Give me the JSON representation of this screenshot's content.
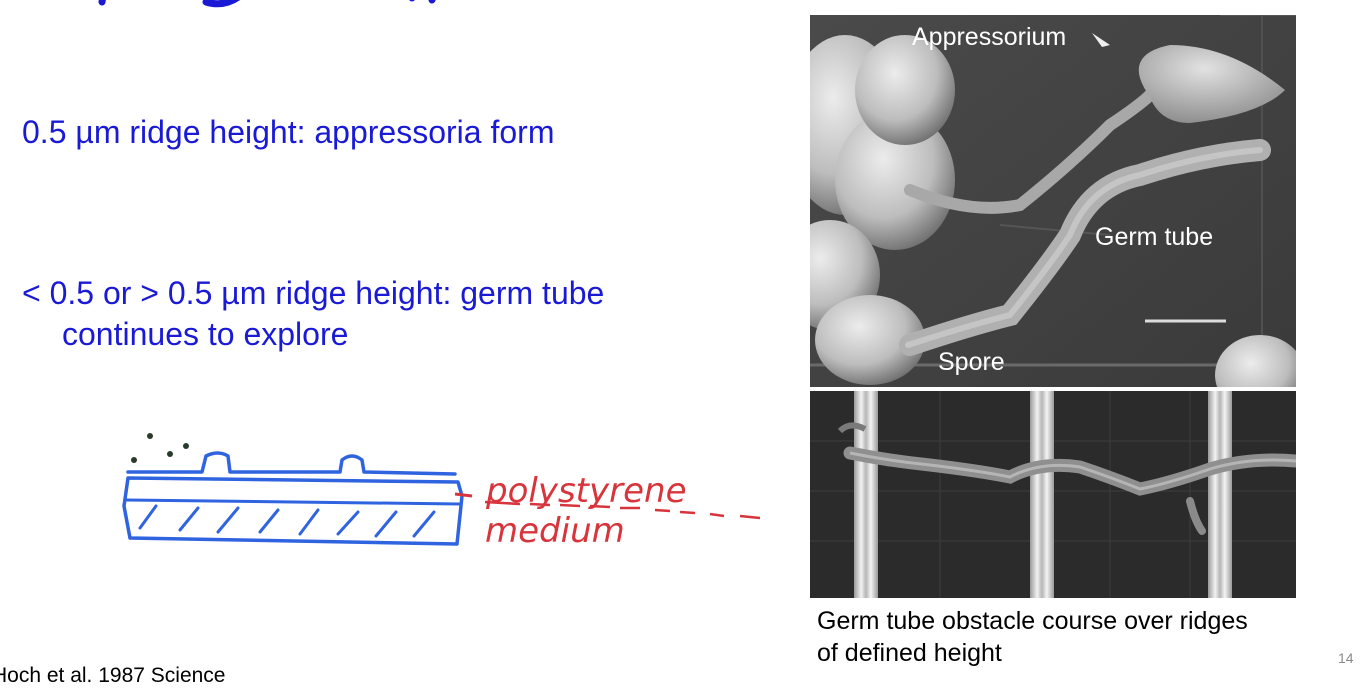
{
  "slide": {
    "bullets": {
      "b1": "0.5 µm ridge height: appressoria form",
      "b2_line1": "< 0.5 or  > 0.5 µm ridge height: germ tube",
      "b2_line2": "continues to explore"
    },
    "sketch": {
      "annotation_1": "polystyrene",
      "annotation_2": "medium",
      "colors": {
        "ink_blue": "#2f63e0",
        "ink_red": "#d8343c"
      }
    },
    "micrograph": {
      "labels": {
        "appressorium": "Appressorium",
        "germ_tube": "Germ tube",
        "spore": "Spore"
      },
      "caption_line1": "Germ tube obstacle course over ridges",
      "caption_line2": "of defined height"
    },
    "citation": "Hoch et al. 1987 Science",
    "page_number": "14",
    "colors": {
      "title_blue": "#1a1ad6"
    }
  }
}
